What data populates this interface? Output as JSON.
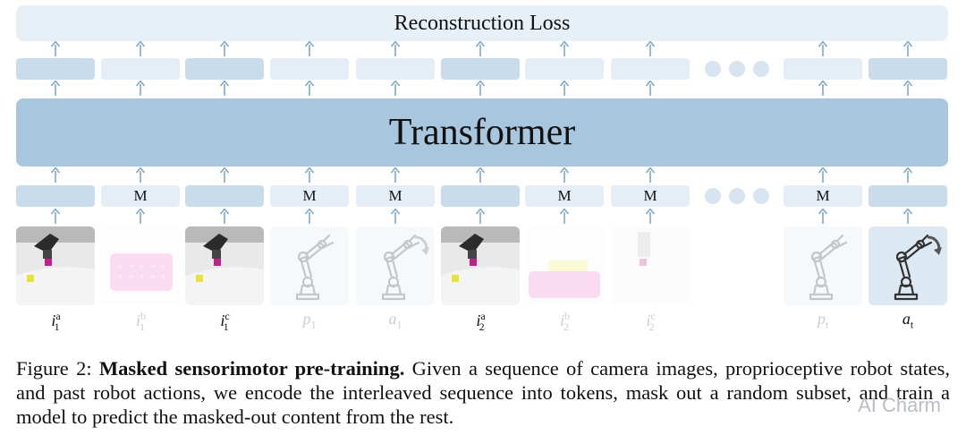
{
  "reconstruction_label": "Reconstruction Loss",
  "transformer_label": "Transformer",
  "mask_label": "M",
  "tokens": [
    {
      "id": "i1a",
      "masked": false,
      "visible": true
    },
    {
      "id": "i1b",
      "masked": true,
      "visible": false
    },
    {
      "id": "i1c",
      "masked": false,
      "visible": true
    },
    {
      "id": "p1",
      "masked": true,
      "visible": false
    },
    {
      "id": "a1",
      "masked": true,
      "visible": false
    },
    {
      "id": "i2a",
      "masked": false,
      "visible": true
    },
    {
      "id": "i2b",
      "masked": true,
      "visible": false
    },
    {
      "id": "i2c",
      "masked": true,
      "visible": false
    },
    {
      "id": "pt",
      "masked": true,
      "visible": false
    },
    {
      "id": "at",
      "masked": false,
      "visible": true
    }
  ],
  "labels": {
    "i1a": {
      "base": "i",
      "sup": "a",
      "sub": "1"
    },
    "i1b": {
      "base": "i",
      "sup": "b",
      "sub": "1"
    },
    "i1c": {
      "base": "i",
      "sup": "c",
      "sub": "1"
    },
    "p1": {
      "base": "p",
      "sup": "",
      "sub": "1"
    },
    "a1": {
      "base": "a",
      "sup": "",
      "sub": "1"
    },
    "i2a": {
      "base": "i",
      "sup": "a",
      "sub": "2"
    },
    "i2b": {
      "base": "i",
      "sup": "b",
      "sub": "2"
    },
    "i2c": {
      "base": "i",
      "sup": "c",
      "sub": "2"
    },
    "pt": {
      "base": "p",
      "sup": "",
      "sub": "t"
    },
    "at": {
      "base": "a",
      "sup": "",
      "sub": "t"
    }
  },
  "caption": {
    "prefix": "Figure 2: ",
    "bold": "Masked sensorimotor pre-training.",
    "rest": " Given a sequence of camera images, proprioceptive robot states, and past robot actions, we encode the interleaved sequence into tokens, mask out a random subset, and train a model to predict the masked-out content from the rest."
  },
  "watermark": "AI Charm",
  "colors": {
    "transformer": "#a8c7df",
    "token_visible": "#c8dcec",
    "token_masked": "#e5eef6",
    "reconstruction": "#e8f0f7",
    "arrow": "#7ea9cc"
  }
}
